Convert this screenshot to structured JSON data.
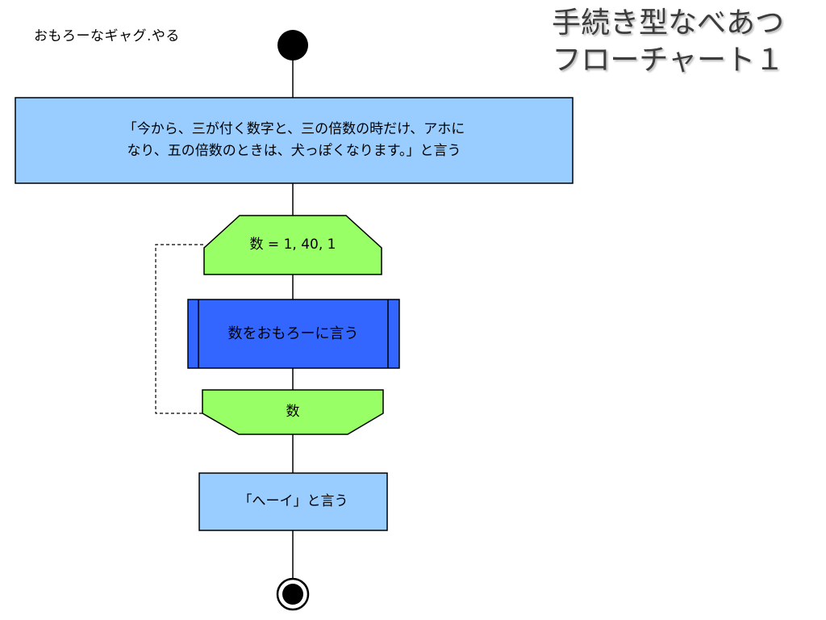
{
  "corner_label": "おもろーなギャグ.やる",
  "title": {
    "line1": "手続き型なべあつ",
    "line2": "フローチャート１"
  },
  "nodes": {
    "intro": {
      "line1": "「今から、三が付く数字と、三の倍数の時だけ、アホに",
      "line2": "なり、五の倍数のときは、犬っぽくなります。」と言う"
    },
    "loop_start": "数 = 1, 40, 1",
    "subroutine": "数をおもろーに言う",
    "loop_end": "数",
    "final": "「へーイ」と言う"
  },
  "colors": {
    "process_fill": "#99ccff",
    "loop_fill": "#99ff66",
    "subroutine_fill": "#3366ff",
    "stroke": "#000000"
  }
}
